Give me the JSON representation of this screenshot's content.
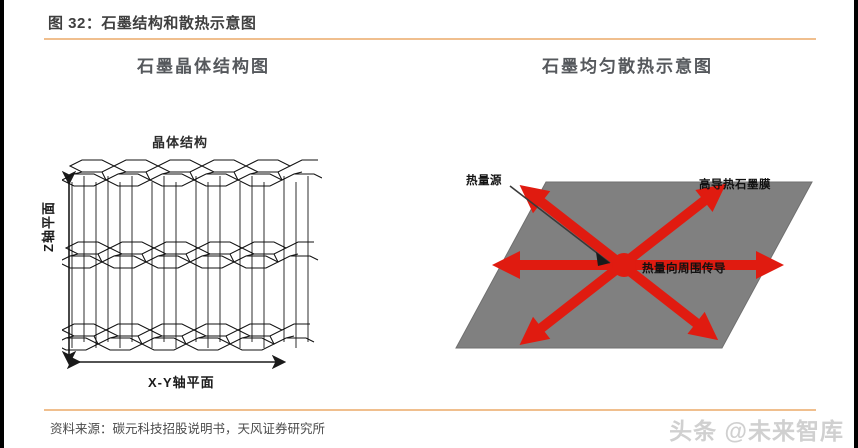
{
  "figure": {
    "title": "图 32：石墨结构和散热示意图",
    "accent_color": "#f0bf8e"
  },
  "panels": {
    "left": {
      "heading": "石墨晶体结构图",
      "sub_label": "晶体结构",
      "z_axis_label": "Z轴平面",
      "xy_axis_label": "X-Y轴平面",
      "layer_count": 3,
      "line_color": "#1a1a1a"
    },
    "right": {
      "heading": "石墨均匀散热示意图",
      "plane_color": "#808080",
      "arrow_color": "#e01b10",
      "annotations": {
        "heat_source": "热量源",
        "graphite_film": "高导热石墨膜",
        "heat_spread": "热量向周围传导"
      },
      "arrow_count": 6
    }
  },
  "footer": {
    "source": "资料来源：碳元科技招股说明书，天风证券研究所",
    "watermark": "头条 @未来智库"
  }
}
